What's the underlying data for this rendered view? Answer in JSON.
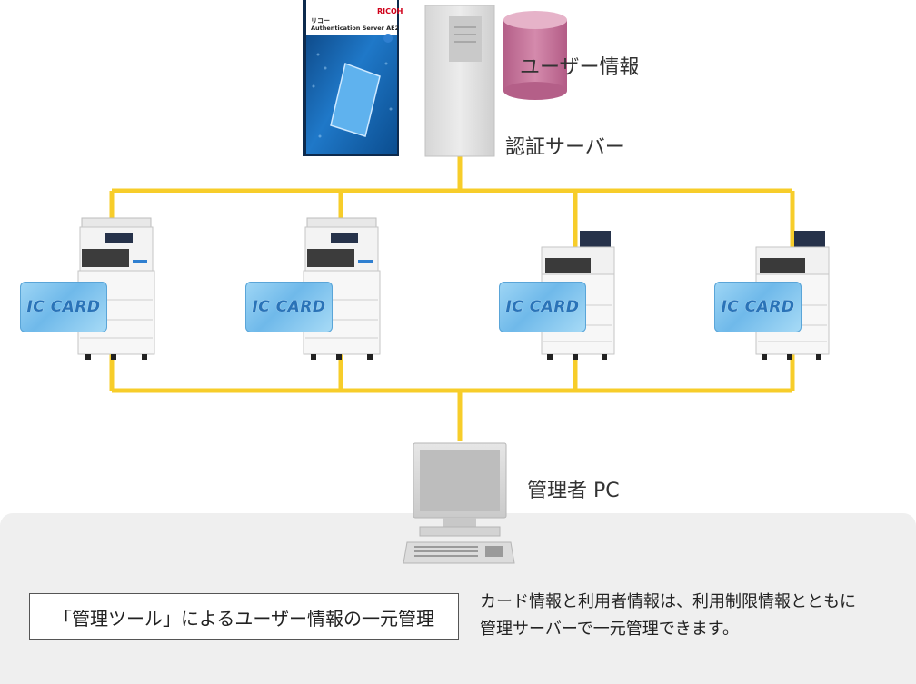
{
  "labels": {
    "user_info": "ユーザー情報",
    "auth_server": "認証サーバー",
    "admin_pc": "管理者 PC"
  },
  "software_package": {
    "brand": "RICOH",
    "name_jp": "リコー",
    "name_en": "Authentication Server AE2"
  },
  "ic_card_text": "IC CARD",
  "bottom": {
    "box_label": "「管理ツール」によるユーザー情報の一元管理",
    "description_line1": "カード情報と利用者情報は、利用制限情報とともに",
    "description_line2": "管理サーバーで一元管理できます。"
  },
  "colors": {
    "network_line": "#f7cd2a",
    "database": "#c7739a",
    "panel_bg": "#efefef",
    "card": "#7cc2ee"
  }
}
